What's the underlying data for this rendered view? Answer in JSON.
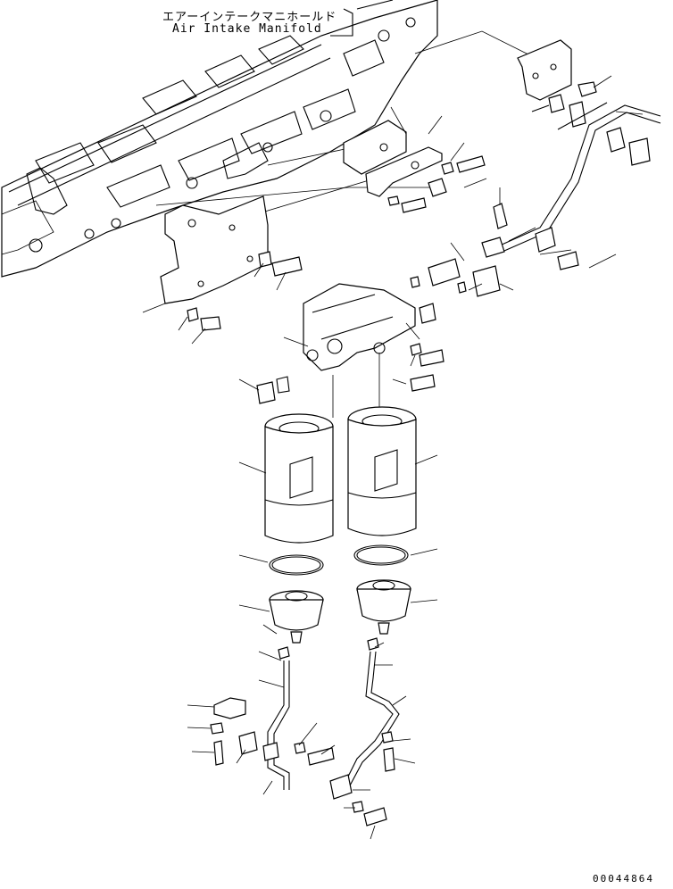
{
  "labels": {
    "jp": "エアーインテークマニホールド",
    "en": "Air Intake Manifold"
  },
  "drawing_code": "00044864",
  "colors": {
    "line": "#000000",
    "background": "#ffffff"
  }
}
